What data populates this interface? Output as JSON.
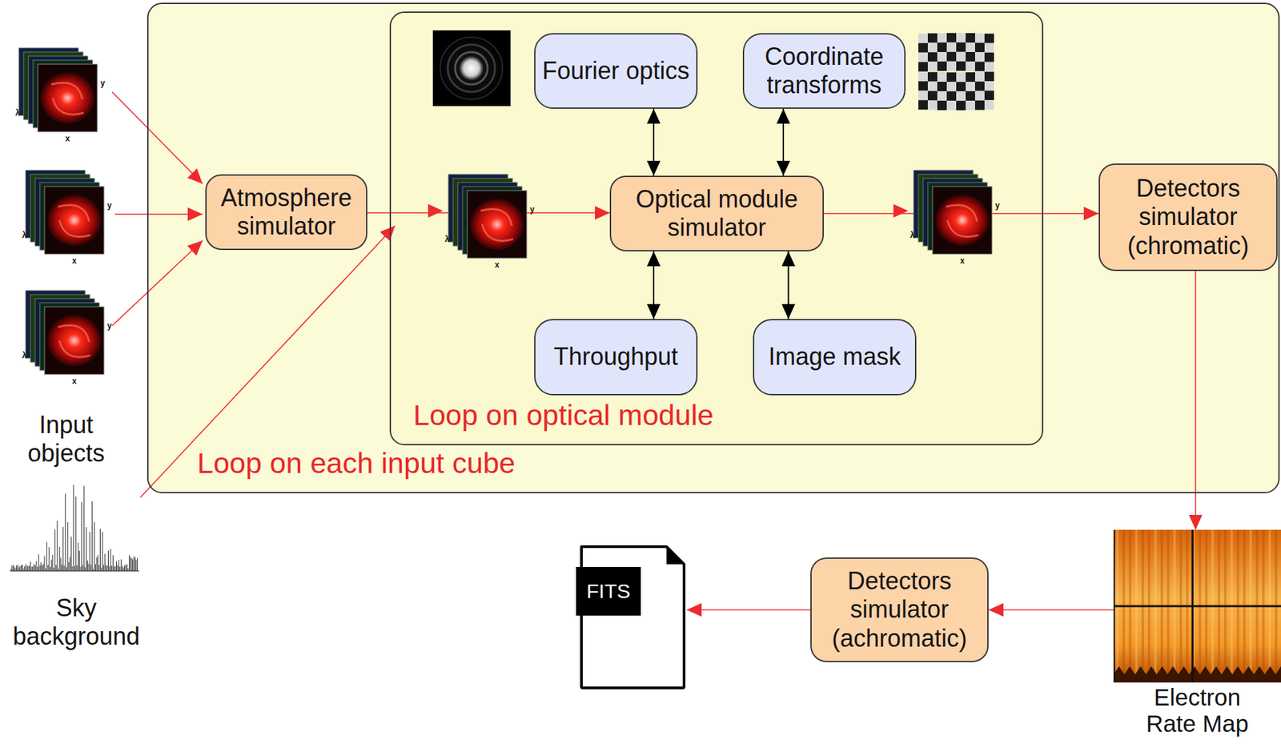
{
  "diagram": {
    "nodes": [
      {
        "text": [
          "Loop on each input cube"
        ]
      },
      {
        "text": [
          "Loop on optical module"
        ],
        "in": 0
      },
      {
        "text": [
          "Atmosphere simulator"
        ],
        "in": 0
      },
      {
        "text": [
          "Fourier optics"
        ],
        "in": 1
      },
      {
        "text": [
          "Coordinate transforms"
        ],
        "in": 1
      },
      {
        "text": [
          "Optical module simulator"
        ],
        "in": 1
      },
      {
        "text": [
          "Throughput"
        ],
        "in": 1
      },
      {
        "text": [
          "Image mask"
        ],
        "in": 1
      },
      {
        "text": [
          "Detectors simulator (chromatic)"
        ],
        "in": 0
      },
      {
        "text": [
          "Detectors simulator (achromatic)"
        ]
      },
      {
        "text": [
          "Electron Rate Map"
        ]
      },
      {
        "text": [
          "FITS"
        ]
      }
    ],
    "edges": [
      {
        "from": 2,
        "to": 5,
        "arrow": "to"
      },
      {
        "from": 5,
        "to": 3,
        "arrow": "both"
      },
      {
        "from": 5,
        "to": 4,
        "arrow": "both"
      },
      {
        "from": 5,
        "to": 6,
        "arrow": "both"
      },
      {
        "from": 5,
        "to": 7,
        "arrow": "both"
      },
      {
        "from": 5,
        "to": 8,
        "arrow": "to"
      },
      {
        "from": 8,
        "to": 10,
        "arrow": "to"
      },
      {
        "from": 10,
        "to": 9,
        "arrow": "to"
      },
      {
        "from": 9,
        "to": 11,
        "arrow": "to"
      }
    ],
    "labels": [
      "y",
      "λ",
      "x",
      "y",
      "λ",
      "x",
      "y",
      "λ",
      "x",
      "Input objects",
      "Sky background",
      "y",
      "λ",
      "x",
      "y",
      "λ",
      "x"
    ]
  }
}
